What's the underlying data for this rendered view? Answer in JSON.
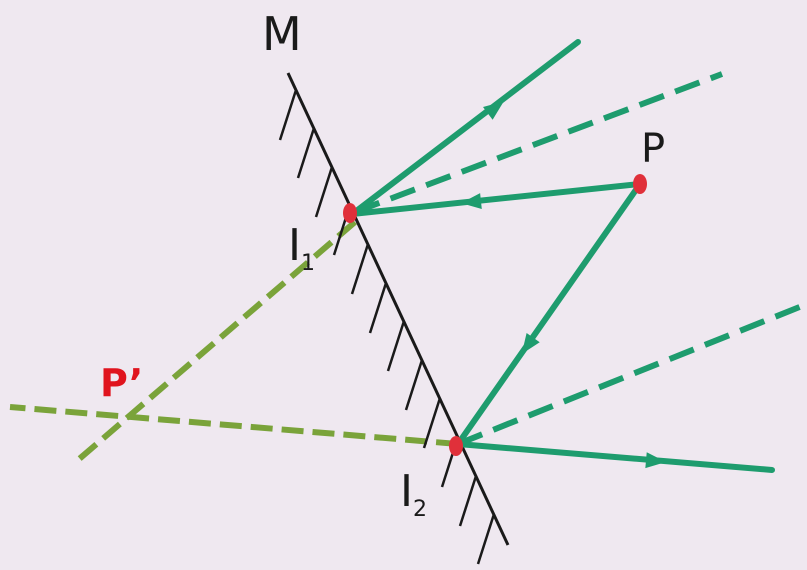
{
  "labels": {
    "mirror": "M",
    "object": "P",
    "image": "P’",
    "incidence1_main": "I",
    "incidence1_sub": "1",
    "incidence2_main": "I",
    "incidence2_sub": "2"
  },
  "colors": {
    "background": "#efe8f0",
    "mirror": "#1a1a1a",
    "ray": "#1e9c6e",
    "extension": "#7aa33a",
    "point": "#e0303a",
    "image_label": "#e0141e",
    "text": "#1a1a1a"
  }
}
